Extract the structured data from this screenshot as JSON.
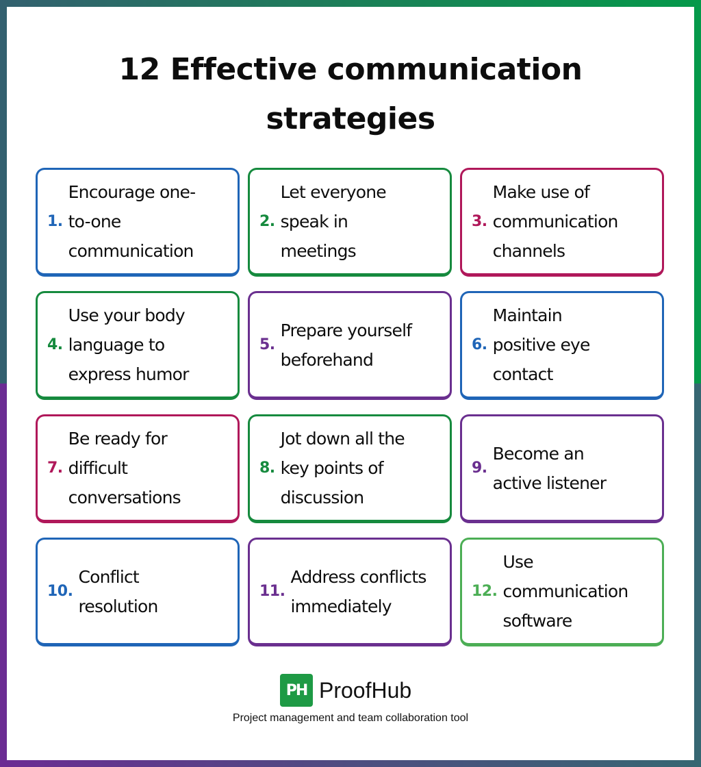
{
  "title": "12 Effective communication\nstrategies",
  "title_lines": [
    "12 Effective communication",
    "strategies"
  ],
  "colors": {
    "blue": "#1f65b7",
    "green": "#168a3e",
    "magenta": "#b0185a",
    "purple": "#6a2f8f",
    "light_green": "#4cae55",
    "logo_green": "#1e9a45"
  },
  "strategies": [
    {
      "number": "1.",
      "text": "Encourage one-\nto-one\ncommunication",
      "color": "blue"
    },
    {
      "number": "2.",
      "text": "Let everyone\nspeak in\nmeetings",
      "color": "green"
    },
    {
      "number": "3.",
      "text": "Make use of\ncommunication\nchannels",
      "color": "magenta"
    },
    {
      "number": "4.",
      "text": "Use your body\nlanguage to\nexpress humor",
      "color": "green"
    },
    {
      "number": "5.",
      "text": "Prepare yourself\nbeforehand",
      "color": "purple"
    },
    {
      "number": "6.",
      "text": "Maintain\npositive eye\ncontact",
      "color": "blue"
    },
    {
      "number": "7.",
      "text": "Be ready for\ndifficult\nconversations",
      "color": "magenta"
    },
    {
      "number": "8.",
      "text": "Jot down all the\nkey points of\ndiscussion",
      "color": "green"
    },
    {
      "number": "9.",
      "text": "Become an\nactive listener",
      "color": "purple"
    },
    {
      "number": "10.",
      "text": "Conflict\nresolution",
      "color": "blue"
    },
    {
      "number": "11.",
      "text": "Address conflicts\nimmediately",
      "color": "purple"
    },
    {
      "number": "12.",
      "text": "Use\ncommunication\nsoftware",
      "color": "light_green"
    }
  ],
  "brand": {
    "logo_mark": "PH",
    "name": "ProofHub",
    "tagline": "Project management and team collaboration tool"
  }
}
